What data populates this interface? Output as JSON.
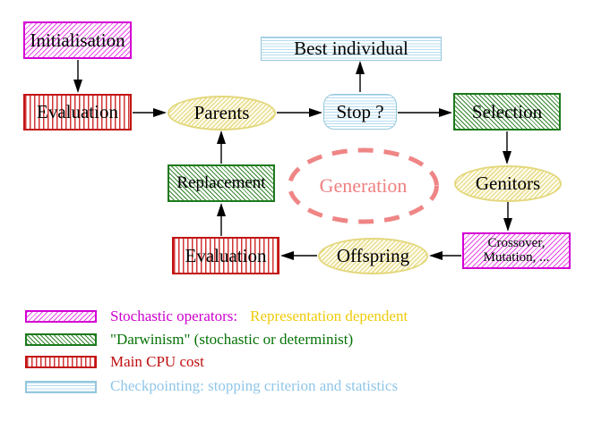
{
  "diagram": {
    "nodes": {
      "initialisation": "Initialisation",
      "evaluation_top": "Evaluation",
      "best_individual": "Best individual",
      "parents": "Parents",
      "stop": "Stop ?",
      "selection": "Selection",
      "replacement": "Replacement",
      "generation": "Generation",
      "genitors": "Genitors",
      "offspring": "Offspring",
      "evaluation_bottom": "Evaluation",
      "crossover_line1": "Crossover,",
      "crossover_line2": "Mutation, ..."
    },
    "legend": {
      "rows": [
        {
          "swatch": "magenta-diagonal-hatch",
          "label": "Stochastic operators:",
          "label2": "Representation dependent",
          "label_color": "#cc00cc",
          "label2_color": "#eecb0b"
        },
        {
          "swatch": "green-diagonal-hatch",
          "label": "\"Darwinism\" (stochastic or determinist)",
          "label_color": "#067306"
        },
        {
          "swatch": "red-vertical-hatch",
          "label": "Main CPU cost",
          "label_color": "#c00d0d"
        },
        {
          "swatch": "cyan-horizontal-hatch",
          "label": "Checkpointing: stopping criterion and statistics",
          "label_color": "#90c6e8"
        }
      ]
    },
    "colors": {
      "stochastic_magenta_border": "#d400d4",
      "stochastic_magenta_line": "#e846e8",
      "darwinism_green_border": "#1c7a1c",
      "darwinism_green_line": "#35842f",
      "cpu_red_border": "#c21414",
      "cpu_red_line": "#d13434",
      "checkpoint_cyan_border": "#96c8dd",
      "checkpoint_cyan_line": "#b5dcee",
      "operand_yellow_border": "#e3d87c",
      "operand_yellow_line": "#e9dd8e",
      "generation_dash": "#ef8585",
      "arrow": "#000000",
      "node_text": "#000000",
      "background": "#ffffff"
    }
  }
}
